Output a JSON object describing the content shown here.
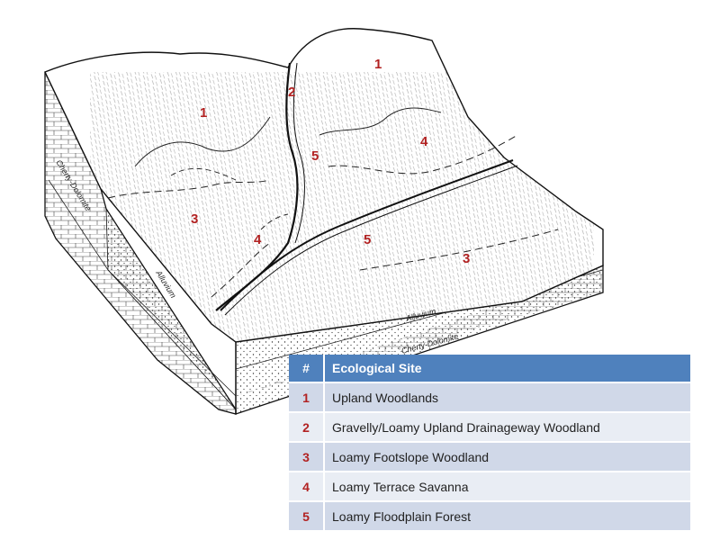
{
  "diagram": {
    "site_labels": [
      "1",
      "1",
      "2",
      "3",
      "3",
      "4",
      "4",
      "5",
      "5"
    ],
    "geology_labels": {
      "cherty_dolomite_left": "Cherty-Dolomite",
      "alluvium_left": "Alluvium",
      "alluvium_front": "Alluvium",
      "cherty_dolomite_front": "Cherty-Dolomite"
    }
  },
  "legend": {
    "header_num": "#",
    "header_site": "Ecological Site",
    "rows": [
      {
        "num": "1",
        "site": "Upland Woodlands"
      },
      {
        "num": "2",
        "site": "Gravelly/Loamy Upland Drainageway Woodland"
      },
      {
        "num": "3",
        "site": "Loamy Footslope Woodland"
      },
      {
        "num": "4",
        "site": "Loamy Terrace Savanna"
      },
      {
        "num": "5",
        "site": "Loamy Floodplain Forest"
      }
    ]
  }
}
